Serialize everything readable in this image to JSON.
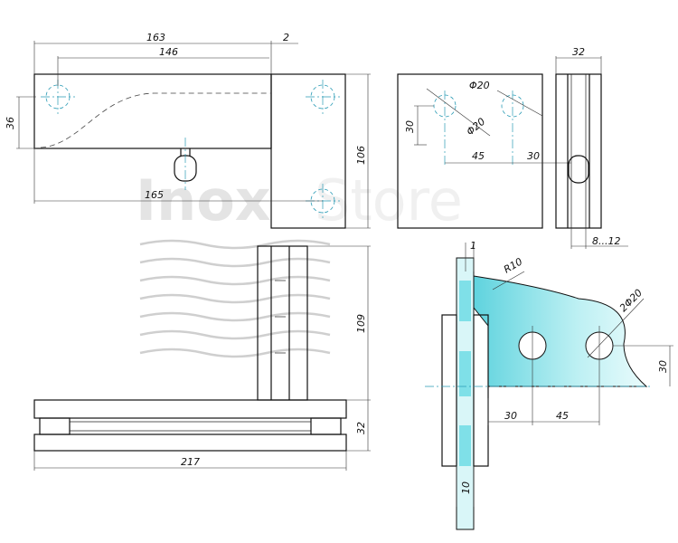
{
  "brand": {
    "watermark_text": "InoxStore",
    "watermark_strong": "Inox",
    "watermark_light": "Store"
  },
  "dimensions": {
    "d163": "163",
    "d2": "2",
    "d146": "146",
    "d36": "36",
    "d106": "106",
    "d165": "165",
    "d32_top": "32",
    "phi20_a": "Φ20",
    "phi20_b": "Φ20",
    "d30_top": "30",
    "d45_top": "45",
    "d30_mid": "30",
    "d8_12": "8...12",
    "d109": "109",
    "d32_side": "32",
    "d217": "217",
    "d1": "1",
    "r10": "R10",
    "two_phi20": "2Φ20",
    "d30_right": "30",
    "d30_bottom": "30",
    "d45_bottom": "45",
    "d10": "10"
  },
  "colors": {
    "glass": "#7fe0e8",
    "glass_light": "#d9f6f8",
    "axis": "#2a9bb5"
  }
}
